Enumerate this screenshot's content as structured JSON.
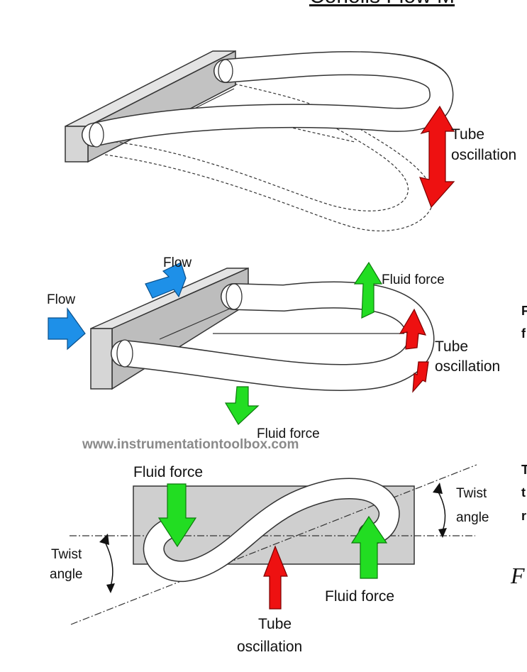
{
  "title_partial": "Coriolis Flow M",
  "watermark": "www.instrumentationtoolbox.com",
  "diagram1": {
    "tube_oscillation": [
      "Tube",
      "oscillation"
    ]
  },
  "diagram2": {
    "flow_in": "Flow",
    "flow_out": "Flow",
    "fluid_force_top": "Fluid force",
    "fluid_force_bottom": "Fluid force",
    "tube_oscillation": [
      "Tube",
      "oscillation"
    ]
  },
  "diagram3": {
    "fluid_force_top": "Fluid force",
    "fluid_force_bottom": "Fluid force",
    "twist_angle_left": [
      "Twist",
      "angle"
    ],
    "twist_angle_right": [
      "Twist",
      "angle"
    ],
    "tube_oscillation": [
      "Tube",
      "oscillation"
    ]
  },
  "side_text": {
    "fragment_1": [
      "F",
      "f"
    ],
    "fragment_2": [
      "T",
      "t",
      "r"
    ],
    "formula_fragment": "F"
  },
  "colors": {
    "flow_arrow": "#1e90e8",
    "fluid_force_arrow": "#22dd22",
    "oscillation_arrow": "#ee1111",
    "block": "#cfcfcf"
  }
}
